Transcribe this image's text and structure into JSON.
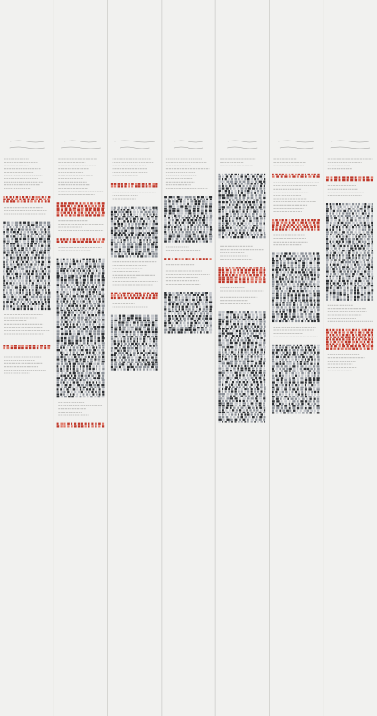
{
  "artwork": {
    "palette": {
      "paper": "#f1f1ef",
      "panel_seam": "#cfcfcb",
      "ink_dark": "#2f3236",
      "ink_grey": "#8e939a",
      "ink_light": "#c3c6cb",
      "accent_red": "#c0392b",
      "accent_red_light": "#e07a6a",
      "pencil": "#9a9a98"
    },
    "panel_count": 7,
    "columns": [
      {
        "header_lines": 2,
        "blocks": [
          {
            "kind": "text",
            "lines": 10
          },
          {
            "kind": "bars",
            "tone": "red",
            "rows": 3
          },
          {
            "kind": "text",
            "lines": 3
          },
          {
            "kind": "bars",
            "tone": "grey",
            "rows": 38
          },
          {
            "kind": "text",
            "lines": 8
          },
          {
            "kind": "bars",
            "tone": "red",
            "rows": 2
          },
          {
            "kind": "text",
            "lines": 7
          }
        ]
      },
      {
        "header_lines": 2,
        "blocks": [
          {
            "kind": "text",
            "lines": 12
          },
          {
            "kind": "bars",
            "tone": "red",
            "rows": 6
          },
          {
            "kind": "text",
            "lines": 4
          },
          {
            "kind": "bars",
            "tone": "red",
            "rows": 2
          },
          {
            "kind": "text",
            "lines": 2
          },
          {
            "kind": "bars",
            "tone": "grey",
            "rows": 60
          },
          {
            "kind": "text",
            "lines": 5
          },
          {
            "kind": "bars",
            "tone": "red",
            "rows": 2
          }
        ]
      },
      {
        "header_lines": 2,
        "blocks": [
          {
            "kind": "text",
            "lines": 6
          },
          {
            "kind": "bars",
            "tone": "red",
            "rows": 2
          },
          {
            "kind": "text",
            "lines": 3
          },
          {
            "kind": "bars",
            "tone": "grey",
            "rows": 22
          },
          {
            "kind": "text",
            "lines": 8
          },
          {
            "kind": "bars",
            "tone": "red",
            "rows": 3
          },
          {
            "kind": "text",
            "lines": 2
          },
          {
            "kind": "bars",
            "tone": "grey",
            "rows": 24
          }
        ]
      },
      {
        "header_lines": 2,
        "blocks": [
          {
            "kind": "text",
            "lines": 10
          },
          {
            "kind": "bars",
            "tone": "grey",
            "rows": 20
          },
          {
            "kind": "text",
            "lines": 2
          },
          {
            "kind": "bars",
            "tone": "red",
            "rows": 1
          },
          {
            "kind": "text",
            "lines": 7
          },
          {
            "kind": "bars",
            "tone": "grey",
            "rows": 18
          }
        ]
      },
      {
        "header_lines": 2,
        "blocks": [
          {
            "kind": "text",
            "lines": 3
          },
          {
            "kind": "bars",
            "tone": "grey",
            "rows": 28
          },
          {
            "kind": "text",
            "lines": 6
          },
          {
            "kind": "bars",
            "tone": "red",
            "rows": 7
          },
          {
            "kind": "text",
            "lines": 6
          },
          {
            "kind": "bars",
            "tone": "grey",
            "rows": 48
          }
        ]
      },
      {
        "header_lines": 2,
        "blocks": [
          {
            "kind": "text",
            "lines": 3
          },
          {
            "kind": "bars",
            "tone": "red",
            "rows": 2
          },
          {
            "kind": "text",
            "lines": 10
          },
          {
            "kind": "bars",
            "tone": "red",
            "rows": 5
          },
          {
            "kind": "text",
            "lines": 4
          },
          {
            "kind": "bars",
            "tone": "grey",
            "rows": 30
          },
          {
            "kind": "text",
            "lines": 4
          },
          {
            "kind": "bars",
            "tone": "grey",
            "rows": 30
          }
        ]
      },
      {
        "header_lines": 2,
        "blocks": [
          {
            "kind": "text",
            "lines": 4
          },
          {
            "kind": "bars",
            "tone": "red",
            "rows": 2
          },
          {
            "kind": "text",
            "lines": 4
          },
          {
            "kind": "bars",
            "tone": "grey",
            "rows": 42
          },
          {
            "kind": "text",
            "lines": 6
          },
          {
            "kind": "bars",
            "tone": "red",
            "rows": 9
          },
          {
            "kind": "text",
            "lines": 6
          }
        ]
      }
    ]
  }
}
